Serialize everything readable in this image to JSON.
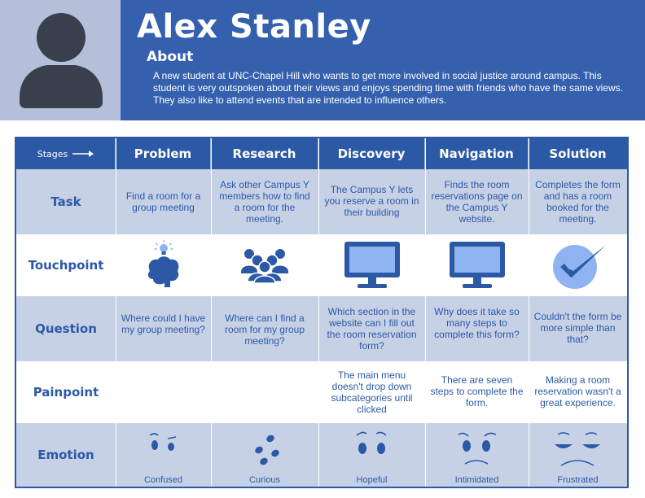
{
  "persona": {
    "name": "Alex Stanley",
    "about_heading": "About",
    "about_text": "A new student at UNC-Chapel Hill who wants to get more involved in social justice around campus. This student is very outspoken about their views and enjoys spending time with friends who have the same views. They also like to attend events that are intended to influence others."
  },
  "table": {
    "corner_label": "Stages",
    "stages": [
      "Problem",
      "Research",
      "Discovery",
      "Navigation",
      "Solution"
    ],
    "rows": [
      "Task",
      "Touchpoint",
      "Question",
      "Painpoint",
      "Emotion"
    ],
    "task": [
      "Find a room for a group meeting",
      "Ask other Campus Y members how to find a room for the meeting.",
      "The Campus Y lets you reserve a room in their building",
      "Finds the room reservations page on the Campus Y website.",
      "Completes the form and has a room booked for the meeting."
    ],
    "touchpoint_icons": [
      "brain-lightbulb-icon",
      "group-people-icon",
      "monitor-icon",
      "monitor-icon",
      "checkmark-icon"
    ],
    "question": [
      "Where could I have my group meeting?",
      "Where can I find a room for my group meeting?",
      "Which section in the website can I fill out the room reservation form?",
      "Why does it take so many steps to complete this form?",
      "Couldn't the form be more simple than that?"
    ],
    "painpoint": [
      "",
      "",
      "The main menu doesn't drop down subcategories until clicked",
      "There are seven steps to complete the form.",
      "Making a room reservation wasn't a great experience."
    ],
    "emotion": [
      "Confused",
      "Curious",
      "Hopeful",
      "Intimidated",
      "Frustrated"
    ]
  },
  "colors": {
    "header_blue": "#3460ad",
    "accent_blue": "#2b59a6",
    "band_blue": "#c7d1e6",
    "avatar_bg": "#b5bfd9",
    "avatar_silhouette": "#3a3f4d"
  }
}
